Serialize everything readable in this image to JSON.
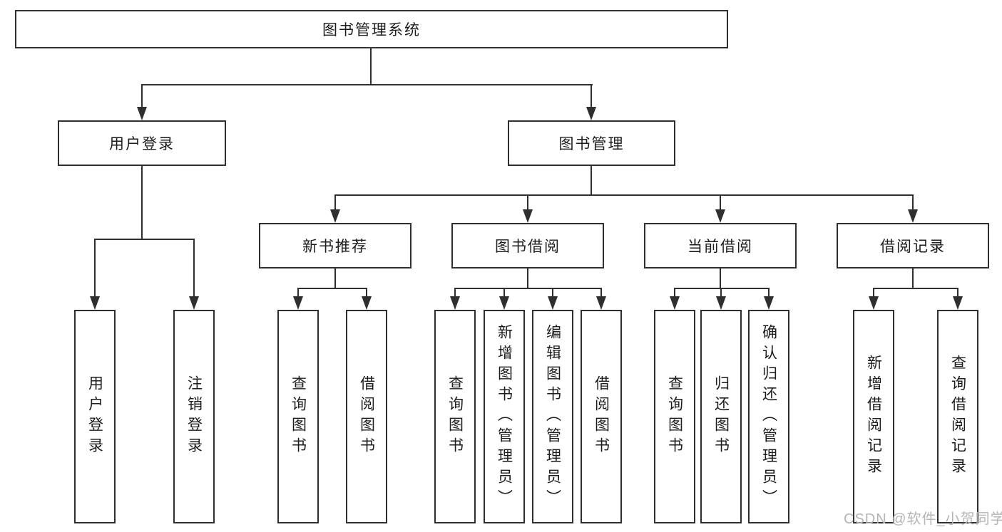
{
  "diagram": {
    "root": {
      "label": "图书管理系统"
    },
    "branches": [
      {
        "label": "用户登录",
        "leaves": [
          "用户登录",
          "注销登录"
        ]
      },
      {
        "label": "图书管理",
        "children": [
          {
            "label": "新书推荐",
            "leaves": [
              "查询图书",
              "借阅图书"
            ]
          },
          {
            "label": "图书借阅",
            "leaves": [
              "查询图书",
              "新增图书（管理员）",
              "编辑图书（管理员）",
              "借阅图书"
            ]
          },
          {
            "label": "当前借阅",
            "leaves": [
              "查询图书",
              "归还图书",
              "确认归还（管理员）"
            ]
          },
          {
            "label": "借阅记录",
            "leaves": [
              "新增借阅记录",
              "查询借阅记录"
            ]
          }
        ]
      }
    ]
  },
  "watermark": {
    "text": "CSDN @软件_小贺同学"
  },
  "colors": {
    "line": "#2f2f2f",
    "text": "#1c1c1c",
    "watermark": "#b5b5b5",
    "background": "#ffffff"
  }
}
